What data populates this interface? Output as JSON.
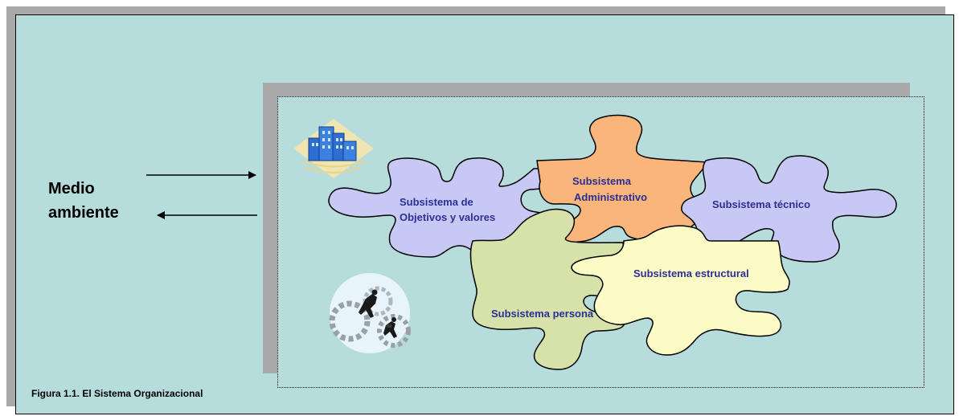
{
  "environment": {
    "label": "Medio\nambiente"
  },
  "caption": "Figura 1.1. El Sistema Organizacional",
  "pieces": {
    "objetivos": {
      "line1": "Subsistema de",
      "line2": "Objetivos y valores",
      "color": "#c8c8f4"
    },
    "administrativo": {
      "line1": "Subsistema",
      "line2": "Administrativo",
      "color": "#f9b57a"
    },
    "tecnico": {
      "line1": "Subsistema técnico",
      "color": "#c8c8f4"
    },
    "persona": {
      "line1": "Subsistema persona",
      "color": "#d6e2aa"
    },
    "estructural": {
      "line1": "Subsistema estructural",
      "color": "#fbfbc6"
    }
  },
  "icons": {
    "building": "office-building-icon",
    "gears": "business-people-gears-icon"
  },
  "colors": {
    "background": "#b6dcdc",
    "shadow": "#a9a9a9",
    "label": "#2b2f96"
  }
}
